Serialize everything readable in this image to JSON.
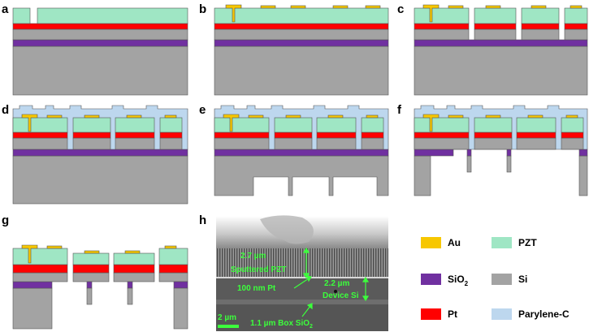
{
  "panels": {
    "a": "a",
    "b": "b",
    "c": "c",
    "d": "d",
    "e": "e",
    "f": "f",
    "g": "g",
    "h": "h"
  },
  "sem": {
    "pzt_thickness": "2.7 µm",
    "pzt_name": "Sputtered PZT",
    "pt_label": "100 nm Pt",
    "si_thickness": "2.2 µm",
    "si_name": "Device Si",
    "box_label": "1.1 µm Box SiO",
    "box_sub": "2",
    "scale_bar": "2 µm"
  },
  "legend": [
    {
      "label": "Au",
      "sub": "",
      "color": "#f7c700"
    },
    {
      "label": "PZT",
      "sub": "",
      "color": "#9fe6c4"
    },
    {
      "label": "SiO",
      "sub": "2",
      "color": "#7030a0"
    },
    {
      "label": "Si",
      "sub": "",
      "color": "#a3a3a3"
    },
    {
      "label": "Pt",
      "sub": "",
      "color": "#ff0000"
    },
    {
      "label": "Parylene-C",
      "sub": "",
      "color": "#bdd7ee"
    }
  ],
  "colors": {
    "au": "#f7c700",
    "pzt": "#9fe6c4",
    "pt": "#ff0000",
    "sio2": "#7030a0",
    "si": "#a3a3a3",
    "parylene": "#bdd7ee",
    "sem_text": "#3cff3c"
  }
}
